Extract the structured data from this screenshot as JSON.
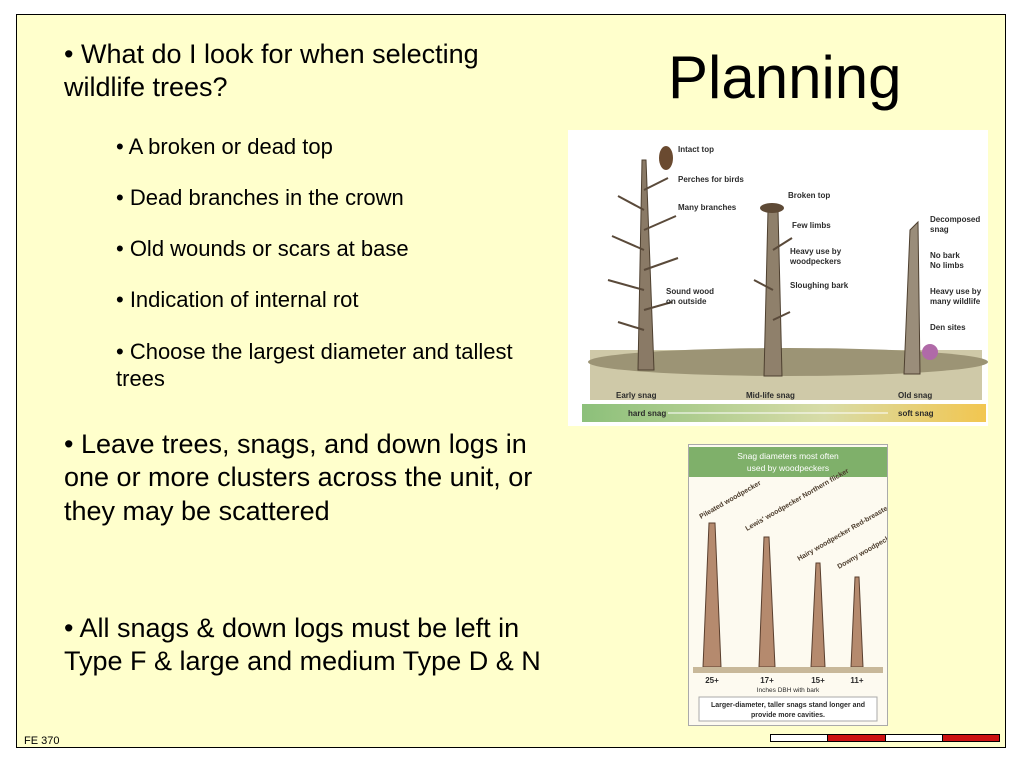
{
  "slide": {
    "title": "Planning",
    "footer": "FE 370",
    "question": "• What do I look for when selecting wildlife trees?",
    "sub_bullets": [
      "• A broken or dead top",
      "• Dead branches in the crown",
      "• Old wounds or scars at base",
      "• Indication of internal rot",
      "• Choose the largest diameter and tallest trees"
    ],
    "bullets": [
      "• Leave trees, snags, and down logs in one or more clusters across the unit, or they may be scattered",
      "• All snags & down logs must be left in Type F & large and medium Type D & N"
    ]
  },
  "figure1": {
    "labels": {
      "intact_top": "Intact top",
      "perches": "Perches for birds",
      "many_branches": "Many branches",
      "sound_wood_1": "Sound wood",
      "sound_wood_2": "on outside",
      "broken_top": "Broken top",
      "few_limbs": "Few limbs",
      "heavy_use_1": "Heavy use by",
      "heavy_use_2": "woodpeckers",
      "sloughing": "Sloughing bark",
      "decomposed_1": "Decomposed",
      "decomposed_2": "snag",
      "no_bark": "No bark",
      "no_limbs": "No limbs",
      "heavy_many_1": "Heavy use by",
      "heavy_many_2": "many wildlife",
      "den_sites": "Den sites",
      "early": "Early snag",
      "mid": "Mid-life snag",
      "old": "Old snag",
      "hard": "hard snag",
      "soft": "soft snag"
    }
  },
  "figure2": {
    "header_1": "Snag diameters most often",
    "header_2": "used by woodpeckers",
    "species": [
      "Pileated woodpecker",
      "Lewis' woodpecker Northern flicker",
      "Hairy woodpecker Red-breasted sapsucker",
      "Downy woodpecker Yellow-bellied sapsucker"
    ],
    "diameters": [
      "25+",
      "17+",
      "15+",
      "11+"
    ],
    "unit": "Inches DBH with bark",
    "caption_1": "Larger-diameter, taller snags stand longer and",
    "caption_2": "provide more cavities."
  }
}
